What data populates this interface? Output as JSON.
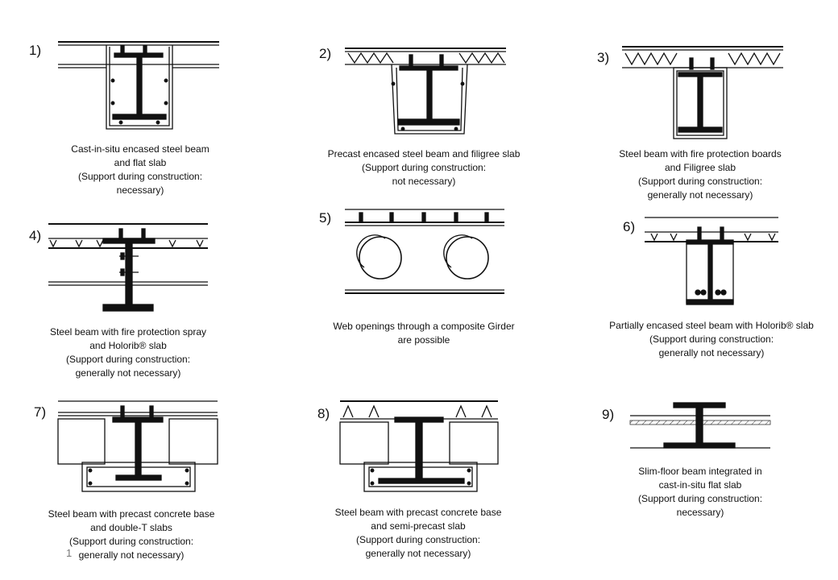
{
  "panels": [
    {
      "number": "1)",
      "lines": [
        "Cast-in-situ encased steel beam",
        "and flat slab",
        "(Support during construction:",
        "necessary)"
      ]
    },
    {
      "number": "2)",
      "lines": [
        "Precast encased steel beam and filigree slab",
        "(Support during construction:",
        "not necessary)"
      ]
    },
    {
      "number": "3)",
      "lines": [
        "Steel beam with fire protection boards",
        "and Filigree slab",
        "(Support during construction:",
        "generally not necessary)"
      ]
    },
    {
      "number": "4)",
      "lines": [
        "Steel beam with fire protection spray",
        "and Holorib® slab",
        "(Support during construction:",
        "generally not necessary)"
      ]
    },
    {
      "number": "5)",
      "lines": [
        "Web openings through a composite Girder",
        "are possible"
      ]
    },
    {
      "number": "6)",
      "lines": [
        "Partially encased steel beam with Holorib® slab",
        "(Support during construction:",
        "generally not necessary)"
      ]
    },
    {
      "number": "7)",
      "lines": [
        "Steel beam with precast concrete base",
        "and double-T slabs",
        "(Support during construction:",
        "generally not necessary)"
      ]
    },
    {
      "number": "8)",
      "lines": [
        "Steel beam with precast concrete base",
        "and semi-precast slab",
        "(Support during construction:",
        "generally not necessary)"
      ]
    },
    {
      "number": "9)",
      "lines": [
        "Slim-floor beam integrated in",
        "cast-in-situ flat slab",
        "(Support during construction:",
        "necessary)"
      ]
    }
  ],
  "footnote": "1"
}
